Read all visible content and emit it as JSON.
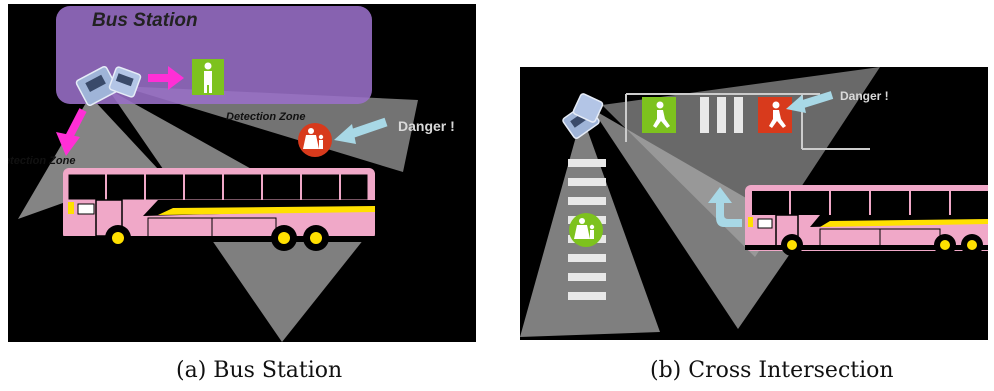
{
  "panel_a": {
    "station_label": "Bus Station",
    "zone_label_right": "Detection Zone",
    "zone_label_left": "Detection Zone",
    "danger_label": "Danger !",
    "caption": "(a) Bus Station"
  },
  "panel_b": {
    "danger_label": "Danger !",
    "caption": "(b) Cross Intersection"
  },
  "colors": {
    "background": "#000000",
    "cone": "#b8b8b8",
    "station": "#9a6fc8",
    "bus_body": "#f0a8c8",
    "bus_stripe": "#ffe000",
    "sign_green": "#7dc21e",
    "sign_red": "#d83a1c",
    "arrow_magenta": "#ff2fd6",
    "arrow_lightblue": "#a8d8e6"
  },
  "icons": [
    "security-camera-icon",
    "pedestrian-sign-icon",
    "child-with-parent-icon",
    "turn-arrow-icon"
  ]
}
